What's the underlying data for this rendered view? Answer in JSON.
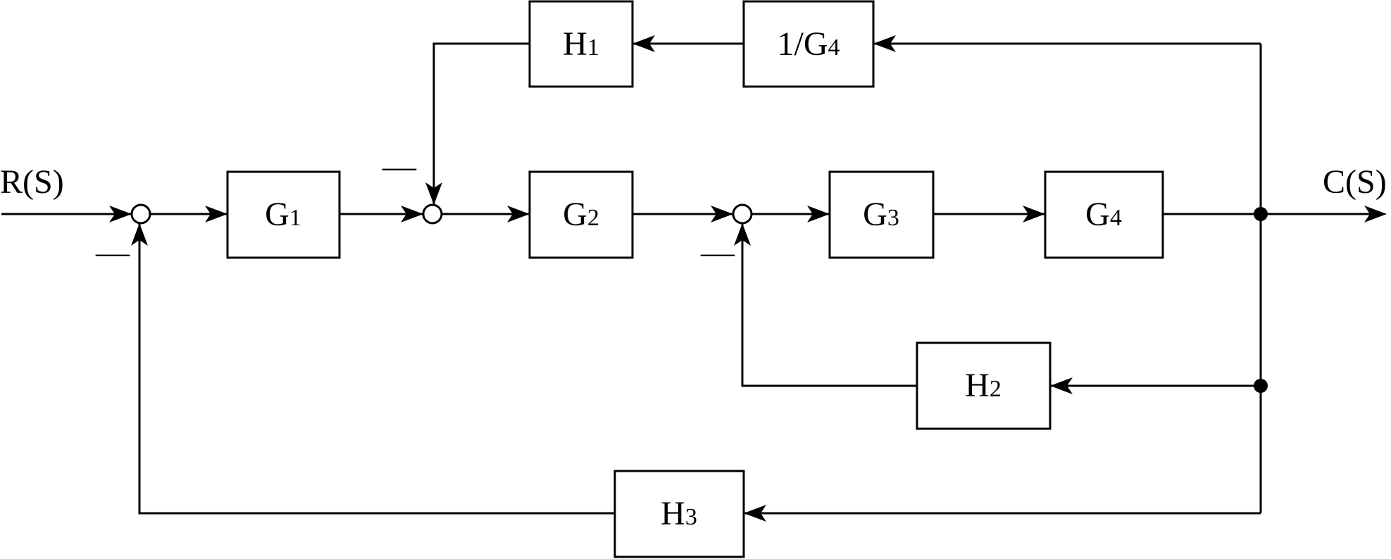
{
  "signals": {
    "input": "R(S)",
    "output": "C(S)"
  },
  "blocks": {
    "g1": {
      "main": "G",
      "sub": "1"
    },
    "g2": {
      "main": "G",
      "sub": "2"
    },
    "g3": {
      "main": "G",
      "sub": "3"
    },
    "g4": {
      "main": "G",
      "sub": "4"
    },
    "h1": {
      "main": "H",
      "sub": "1"
    },
    "h2": {
      "main": "H",
      "sub": "2"
    },
    "h3": {
      "main": "H",
      "sub": "3"
    },
    "inv_g4": {
      "main": "1/G",
      "sub": "4"
    }
  },
  "signs": {
    "sum1": "—",
    "sum2": "—",
    "sum3": "—"
  },
  "colors": {
    "line": "#000000",
    "background": "#ffffff"
  }
}
